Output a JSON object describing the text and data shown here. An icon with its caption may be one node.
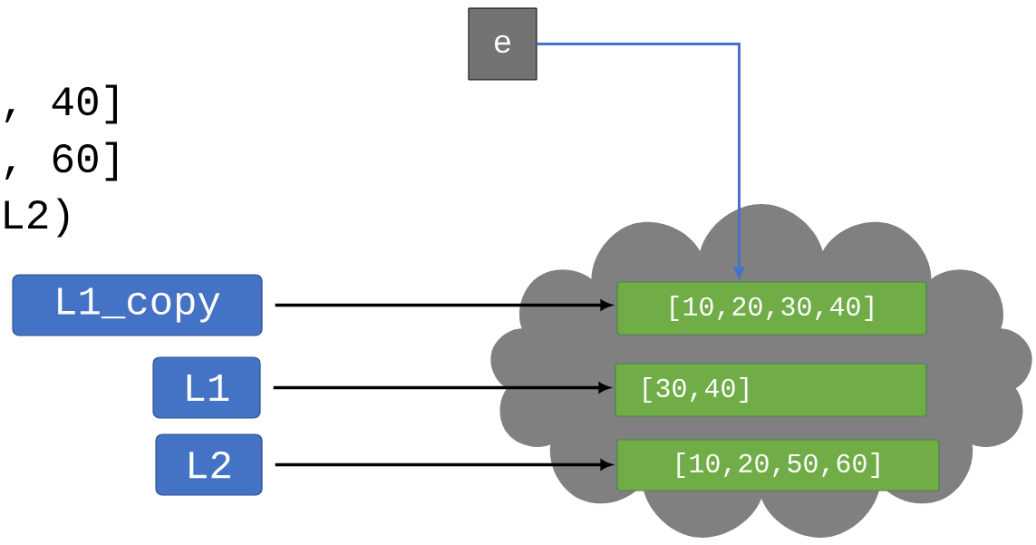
{
  "diagram": {
    "nodes": [
      {
        "text": [
          "e"
        ]
      },
      {
        "text": [],
        "shape": "cloud"
      },
      {
        "text": [
          "[10,20,30,40]"
        ],
        "in": 1
      },
      {
        "text": [
          "[30,40]"
        ],
        "in": 1
      },
      {
        "text": [
          "[10,20,50,60]"
        ],
        "in": 1
      },
      {
        "text": [
          "L1_copy"
        ]
      },
      {
        "text": [
          "L1"
        ]
      },
      {
        "text": [
          "L2"
        ]
      }
    ],
    "edges": [
      {
        "from": 0,
        "to": 2,
        "arrow": "to",
        "color": "#4472c4"
      },
      {
        "from": 5,
        "to": 2,
        "arrow": "to"
      },
      {
        "from": 6,
        "to": 3,
        "arrow": "to"
      },
      {
        "from": 7,
        "to": 4,
        "arrow": "to"
      }
    ],
    "labels": [
      ", 40]",
      ", 60]",
      "L2)"
    ]
  }
}
